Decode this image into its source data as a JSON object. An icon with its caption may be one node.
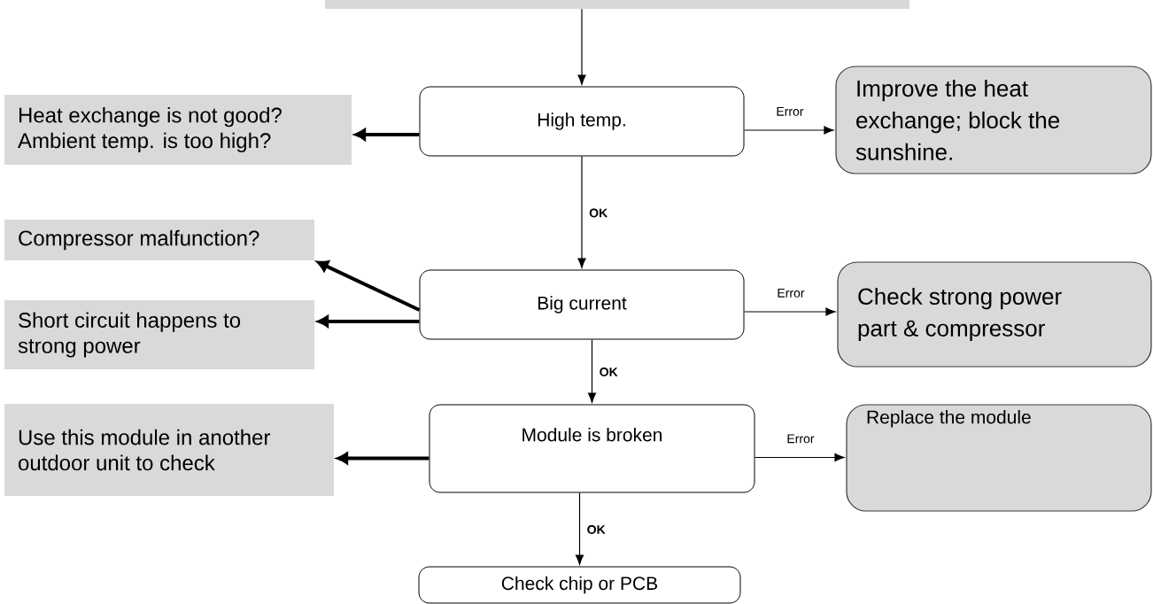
{
  "diagram": {
    "nodes": [
      {
        "text": [],
        "shape": "box"
      },
      {
        "text": [
          "High temp."
        ]
      },
      {
        "text": [
          "Heat exchange is not good? Ambient temp. is too high?"
        ]
      },
      {
        "text": [
          "Improve the heat exchange; block the sunshine."
        ]
      },
      {
        "text": [
          "Compressor malfunction?"
        ]
      },
      {
        "text": [
          "Big current"
        ]
      },
      {
        "text": [
          "Short circuit happens to strong power"
        ]
      },
      {
        "text": [
          "Check strong power part & compressor"
        ]
      },
      {
        "text": [
          "Use this module in another outdoor unit to check"
        ]
      },
      {
        "text": [
          "Module is broken"
        ]
      },
      {
        "text": [
          "Replace the module"
        ]
      },
      {
        "text": [
          "Check chip or PCB"
        ]
      }
    ],
    "edges": [
      {
        "from": 0,
        "to": 1,
        "arrow": "to"
      },
      {
        "from": 1,
        "to": 2,
        "arrow": "to",
        "style": "thick"
      },
      {
        "from": 1,
        "to": 3,
        "arrow": "to",
        "label": "Error"
      },
      {
        "from": 1,
        "to": 5,
        "arrow": "to",
        "label": "OK"
      },
      {
        "from": 5,
        "to": 4,
        "arrow": "to",
        "style": "thick"
      },
      {
        "from": 5,
        "to": 6,
        "arrow": "to",
        "style": "thick"
      },
      {
        "from": 5,
        "to": 7,
        "arrow": "to",
        "label": "Error"
      },
      {
        "from": 5,
        "to": 9,
        "arrow": "to",
        "label": "OK"
      },
      {
        "from": 9,
        "to": 8,
        "arrow": "to",
        "style": "thick"
      },
      {
        "from": 9,
        "to": 10,
        "arrow": "to",
        "label": "Error"
      },
      {
        "from": 9,
        "to": 11,
        "arrow": "to",
        "label": "OK"
      }
    ]
  }
}
